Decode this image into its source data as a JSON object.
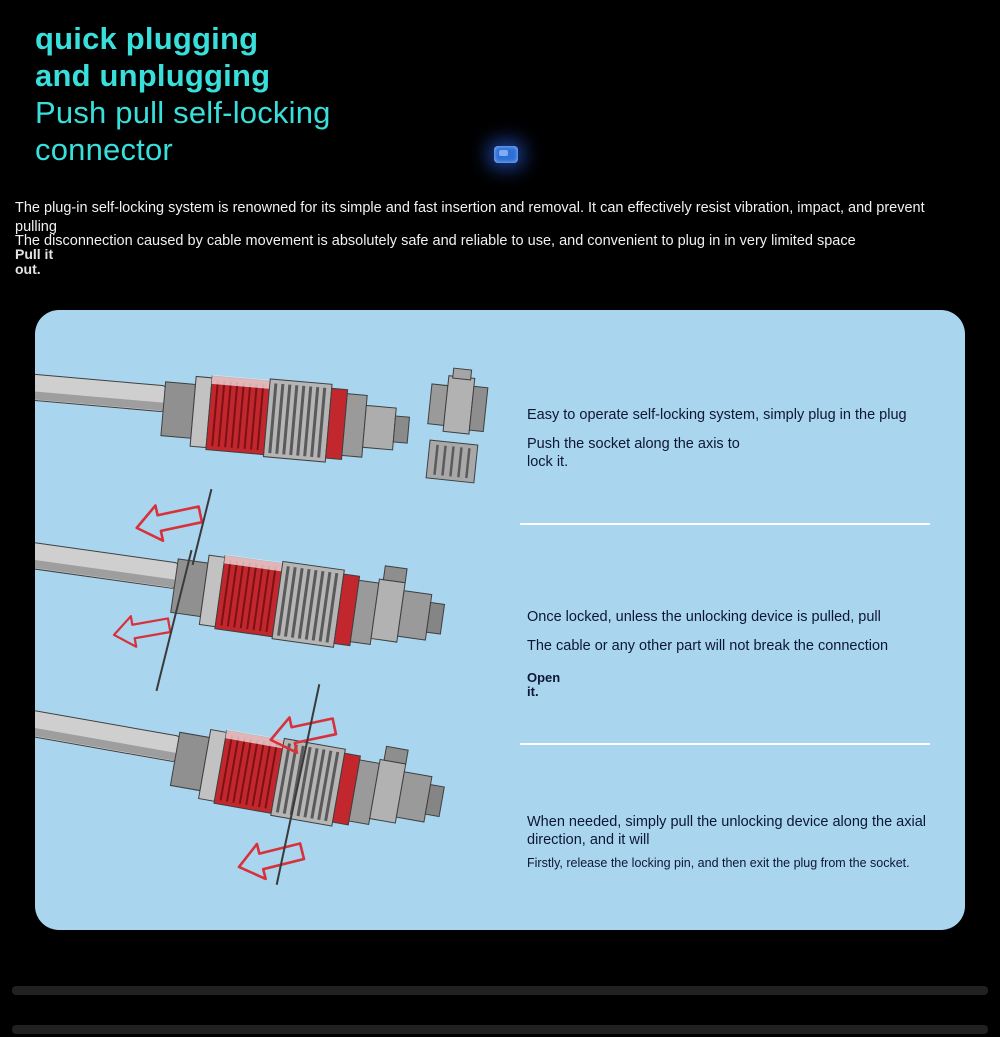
{
  "page": {
    "background": "#000000",
    "accent_teal": "#38dfdb",
    "panel_background": "#a9d5ef",
    "arrow_red": "#d8313a",
    "body_text": "#f1f1f1",
    "panel_text": "#0d1733"
  },
  "header": {
    "title_line1": "quick plugging",
    "title_line2": "and unplugging",
    "title_line3": "Push pull self-locking",
    "title_line4": "connector",
    "paragraph1": "The plug-in self-locking system is renowned for its simple and fast insertion and removal. It can effectively resist vibration, impact, and prevent pulling",
    "paragraph2": "The disconnection caused by cable movement is absolutely safe and reliable to use, and convenient to plug in in very limited space",
    "pull_note": "Pull it\nout."
  },
  "panel": {
    "steps": [
      {
        "primary": "Easy to operate self-locking system, simply plug in the plug",
        "secondary": "Push the socket along the axis to\nlock it."
      },
      {
        "primary": "Once locked, unless the unlocking device is pulled, pull",
        "secondary": "The cable or any other part will not break the connection",
        "note": "Open\nit."
      },
      {
        "primary": "When needed, simply pull the unlocking device along the axial direction, and it will",
        "small": "Firstly, release the locking pin, and then exit the plug from the socket."
      }
    ]
  }
}
